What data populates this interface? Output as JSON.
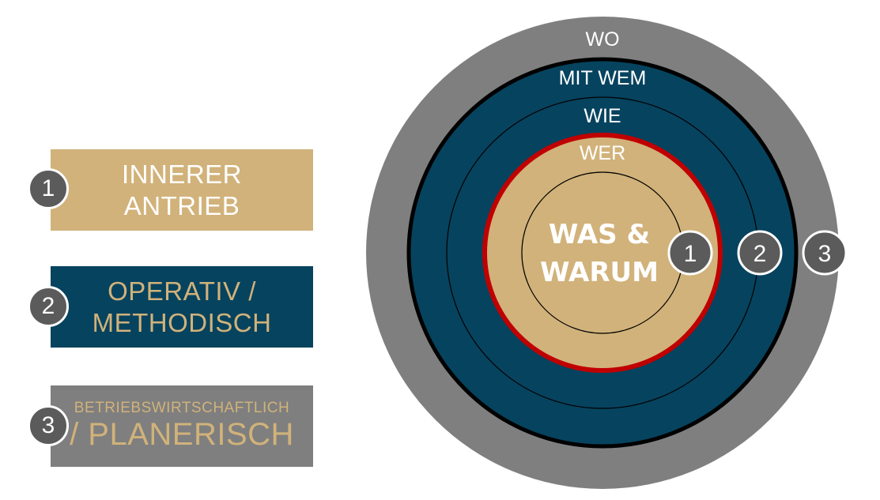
{
  "legend": [
    {
      "number": "1",
      "lines": [
        "INNERER",
        "ANTRIEB"
      ]
    },
    {
      "number": "2",
      "lines": [
        "OPERATIV /",
        "METHODISCH"
      ]
    },
    {
      "number": "3",
      "lines": [
        "BETRIEBSWIRTSCHAFTLICH",
        "/ PLANERISCH"
      ]
    }
  ],
  "rings": {
    "wo": "WO",
    "mit_wem": "MIT WEM",
    "wie": "WIE",
    "wer": "WER",
    "core_line1": "WAS &",
    "core_line2": "WARUM"
  },
  "ring_badges": [
    "1",
    "2",
    "3"
  ],
  "colors": {
    "gold": "#d1b27a",
    "navy": "#06435f",
    "gray": "#7f7f7f",
    "red": "#c00000",
    "badge": "#5b5b5b"
  }
}
